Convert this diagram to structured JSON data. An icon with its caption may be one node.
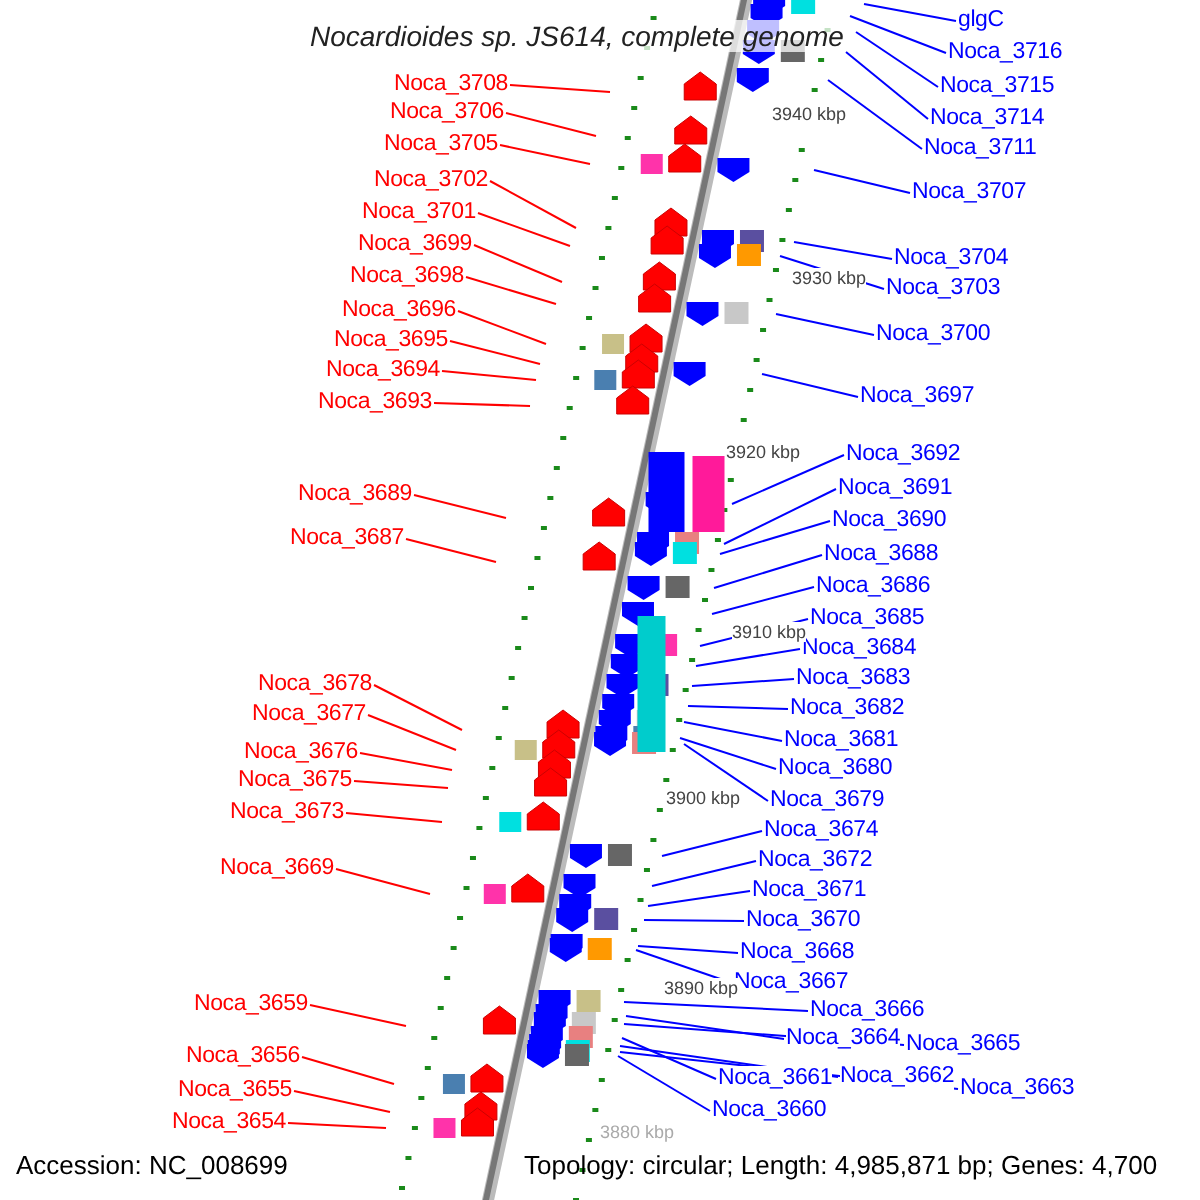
{
  "diagram": {
    "title": "Nocardioides sp. JS614, complete genome",
    "nodes": [
      {
        "text": [
          "glgC"
        ]
      },
      {
        "text": [
          "Noca_3716"
        ]
      },
      {
        "text": [
          "Noca_3708"
        ]
      },
      {
        "text": [
          "Noca_3715"
        ]
      },
      {
        "text": [
          "Noca_3714"
        ]
      },
      {
        "text": [
          "Noca_3706"
        ]
      },
      {
        "text": [
          "Noca_3705"
        ]
      },
      {
        "text": [
          "Noca_3711"
        ]
      },
      {
        "text": [
          "Noca_3702"
        ]
      },
      {
        "text": [
          "Noca_3707"
        ]
      },
      {
        "text": [
          "Noca_3701"
        ]
      },
      {
        "text": [
          "Noca_3699"
        ]
      },
      {
        "text": [
          "Noca_3704"
        ]
      },
      {
        "text": [
          "Noca_3698"
        ]
      },
      {
        "text": [
          "Noca_3703"
        ]
      },
      {
        "text": [
          "Noca_3696"
        ]
      },
      {
        "text": [
          "Noca_3700"
        ]
      },
      {
        "text": [
          "Noca_3695"
        ]
      },
      {
        "text": [
          "Noca_3694"
        ]
      },
      {
        "text": [
          "Noca_3697"
        ]
      },
      {
        "text": [
          "Noca_3693"
        ]
      },
      {
        "text": [
          "Noca_3692"
        ]
      },
      {
        "text": [
          "Noca_3691"
        ]
      },
      {
        "text": [
          "Noca_3689"
        ]
      },
      {
        "text": [
          "Noca_3690"
        ]
      },
      {
        "text": [
          "Noca_3687"
        ]
      },
      {
        "text": [
          "Noca_3688"
        ]
      },
      {
        "text": [
          "Noca_3686"
        ]
      },
      {
        "text": [
          "Noca_3685"
        ]
      },
      {
        "text": [
          "Noca_3684"
        ]
      },
      {
        "text": [
          "Noca_3683"
        ]
      },
      {
        "text": [
          "Noca_3678"
        ]
      },
      {
        "text": [
          "Noca_3682"
        ]
      },
      {
        "text": [
          "Noca_3677"
        ]
      },
      {
        "text": [
          "Noca_3681"
        ]
      },
      {
        "text": [
          "Noca_3676"
        ]
      },
      {
        "text": [
          "Noca_3680"
        ]
      },
      {
        "text": [
          "Noca_3675"
        ]
      },
      {
        "text": [
          "Noca_3679"
        ]
      },
      {
        "text": [
          "Noca_3673"
        ]
      },
      {
        "text": [
          "Noca_3674"
        ]
      },
      {
        "text": [
          "Noca_3672"
        ]
      },
      {
        "text": [
          "Noca_3669"
        ]
      },
      {
        "text": [
          "Noca_3671"
        ]
      },
      {
        "text": [
          "Noca_3670"
        ]
      },
      {
        "text": [
          "Noca_3668"
        ]
      },
      {
        "text": [
          "Noca_3667"
        ]
      },
      {
        "text": [
          "Noca_3659"
        ]
      },
      {
        "text": [
          "Noca_3666"
        ]
      },
      {
        "text": [
          "Noca_3664"
        ]
      },
      {
        "text": [
          "Noca_3665"
        ]
      },
      {
        "text": [
          "Noca_3656"
        ]
      },
      {
        "text": [
          "Noca_3661"
        ]
      },
      {
        "text": [
          "Noca_3662"
        ]
      },
      {
        "text": [
          "Noca_3663"
        ]
      },
      {
        "text": [
          "Noca_3655"
        ]
      },
      {
        "text": [
          "Noca_3660"
        ]
      },
      {
        "text": [
          "Noca_3654"
        ]
      }
    ],
    "edges": [
      {
        "from": 0,
        "to": null,
        "arrow": "none"
      },
      {
        "from": 1,
        "to": null,
        "arrow": "none"
      },
      {
        "from": 2,
        "to": null,
        "arrow": "none",
        "color": "#ff0000"
      },
      {
        "from": 3,
        "to": null,
        "arrow": "none"
      },
      {
        "from": 4,
        "to": null,
        "arrow": "none"
      },
      {
        "from": 5,
        "to": null,
        "arrow": "none",
        "color": "#ff0000"
      },
      {
        "from": 6,
        "to": null,
        "arrow": "none",
        "color": "#ff0000"
      },
      {
        "from": 7,
        "to": null,
        "arrow": "none"
      },
      {
        "from": 8,
        "to": null,
        "arrow": "none",
        "color": "#ff0000"
      },
      {
        "from": 9,
        "to": null,
        "arrow": "none"
      },
      {
        "from": 10,
        "to": null,
        "arrow": "none",
        "color": "#ff0000"
      },
      {
        "from": 11,
        "to": null,
        "arrow": "none",
        "color": "#ff0000"
      },
      {
        "from": 12,
        "to": null,
        "arrow": "none"
      },
      {
        "from": 13,
        "to": null,
        "arrow": "none",
        "color": "#ff0000"
      },
      {
        "from": 14,
        "to": null,
        "arrow": "none"
      },
      {
        "from": 15,
        "to": null,
        "arrow": "none",
        "color": "#ff0000"
      },
      {
        "from": 16,
        "to": null,
        "arrow": "none"
      },
      {
        "from": 17,
        "to": null,
        "arrow": "none",
        "color": "#ff0000"
      },
      {
        "from": 18,
        "to": null,
        "arrow": "none",
        "color": "#ff0000"
      },
      {
        "from": 19,
        "to": null,
        "arrow": "none"
      },
      {
        "from": 20,
        "to": null,
        "arrow": "none",
        "color": "#ff0000"
      },
      {
        "from": 21,
        "to": null,
        "arrow": "none"
      },
      {
        "from": 22,
        "to": null,
        "arrow": "none"
      },
      {
        "from": 23,
        "to": null,
        "arrow": "none",
        "color": "#ff0000"
      },
      {
        "from": 24,
        "to": null,
        "arrow": "none"
      },
      {
        "from": 25,
        "to": null,
        "arrow": "none",
        "color": "#ff0000"
      },
      {
        "from": 26,
        "to": null,
        "arrow": "none"
      },
      {
        "from": 27,
        "to": null,
        "arrow": "none"
      },
      {
        "from": 28,
        "to": null,
        "arrow": "none"
      },
      {
        "from": 29,
        "to": null,
        "arrow": "none"
      },
      {
        "from": 30,
        "to": null,
        "arrow": "none"
      },
      {
        "from": 31,
        "to": null,
        "arrow": "none",
        "color": "#ff0000"
      },
      {
        "from": 32,
        "to": null,
        "arrow": "none"
      },
      {
        "from": 33,
        "to": null,
        "arrow": "none",
        "color": "#ff0000"
      },
      {
        "from": 34,
        "to": null,
        "arrow": "none"
      },
      {
        "from": 35,
        "to": null,
        "arrow": "none",
        "color": "#ff0000"
      },
      {
        "from": 36,
        "to": null,
        "arrow": "none"
      },
      {
        "from": 37,
        "to": null,
        "arrow": "none",
        "color": "#ff0000"
      },
      {
        "from": 38,
        "to": null,
        "arrow": "none"
      },
      {
        "from": 39,
        "to": null,
        "arrow": "none",
        "color": "#ff0000"
      },
      {
        "from": 40,
        "to": null,
        "arrow": "none"
      },
      {
        "from": 41,
        "to": null,
        "arrow": "none"
      },
      {
        "from": 42,
        "to": null,
        "arrow": "none",
        "color": "#ff0000"
      },
      {
        "from": 43,
        "to": null,
        "arrow": "none"
      },
      {
        "from": 44,
        "to": null,
        "arrow": "none"
      },
      {
        "from": 45,
        "to": null,
        "arrow": "none"
      },
      {
        "from": 46,
        "to": null,
        "arrow": "none"
      },
      {
        "from": 47,
        "to": null,
        "arrow": "none",
        "color": "#ff0000"
      },
      {
        "from": 48,
        "to": null,
        "arrow": "none"
      },
      {
        "from": 49,
        "to": null,
        "arrow": "none"
      },
      {
        "from": 50,
        "to": null,
        "arrow": "none"
      },
      {
        "from": 51,
        "to": null,
        "arrow": "none",
        "color": "#ff0000"
      },
      {
        "from": 52,
        "to": null,
        "arrow": "none"
      },
      {
        "from": 53,
        "to": null,
        "arrow": "none"
      },
      {
        "from": 54,
        "to": null,
        "arrow": "none"
      },
      {
        "from": 55,
        "to": null,
        "arrow": "none",
        "color": "#ff0000"
      },
      {
        "from": 56,
        "to": null,
        "arrow": "none"
      },
      {
        "from": 57,
        "to": null,
        "arrow": "none",
        "color": "#ff0000"
      }
    ],
    "labels": [
      "3940 kbp",
      "3930 kbp",
      "3920 kbp",
      "3910 kbp",
      "3900 kbp",
      "3890 kbp",
      "3880 kbp",
      "Accession: NC_008699",
      "Topology: circular; Length: 4,985,871 bp; Genes: 4,700"
    ]
  }
}
